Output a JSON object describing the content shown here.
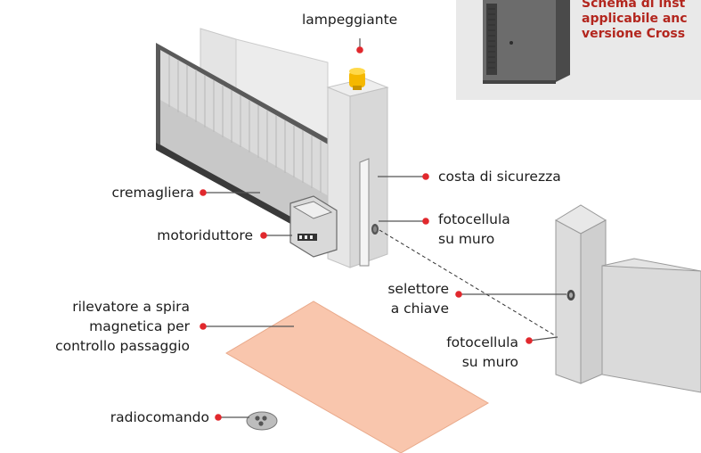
{
  "colors": {
    "accent": "#e1282d",
    "inset_background": "#e9e9e9",
    "inset_text": "#b3261e",
    "loop_fill": "#f9c6ad",
    "beacon": "#f5b800"
  },
  "inset": {
    "lines": [
      "Schema di inst",
      "applicabile anc",
      "versione Cross"
    ]
  },
  "labels": {
    "beacon": "lampeggiante",
    "safety_edge": "costa di sicurezza",
    "rack": "cremagliera",
    "photocell_gate_line1": "fotocellula",
    "photocell_gate_line2": "su muro",
    "gearmotor": "motoriduttore",
    "key_selector_line1": "selettore",
    "key_selector_line2": "a chiave",
    "loop_line1": "rilevatore a spira",
    "loop_line2": "magnetica per",
    "loop_line3": "controllo passaggio",
    "photocell_wall_line1": "fotocellula",
    "photocell_wall_line2": "su muro",
    "remote": "radiocomando"
  }
}
